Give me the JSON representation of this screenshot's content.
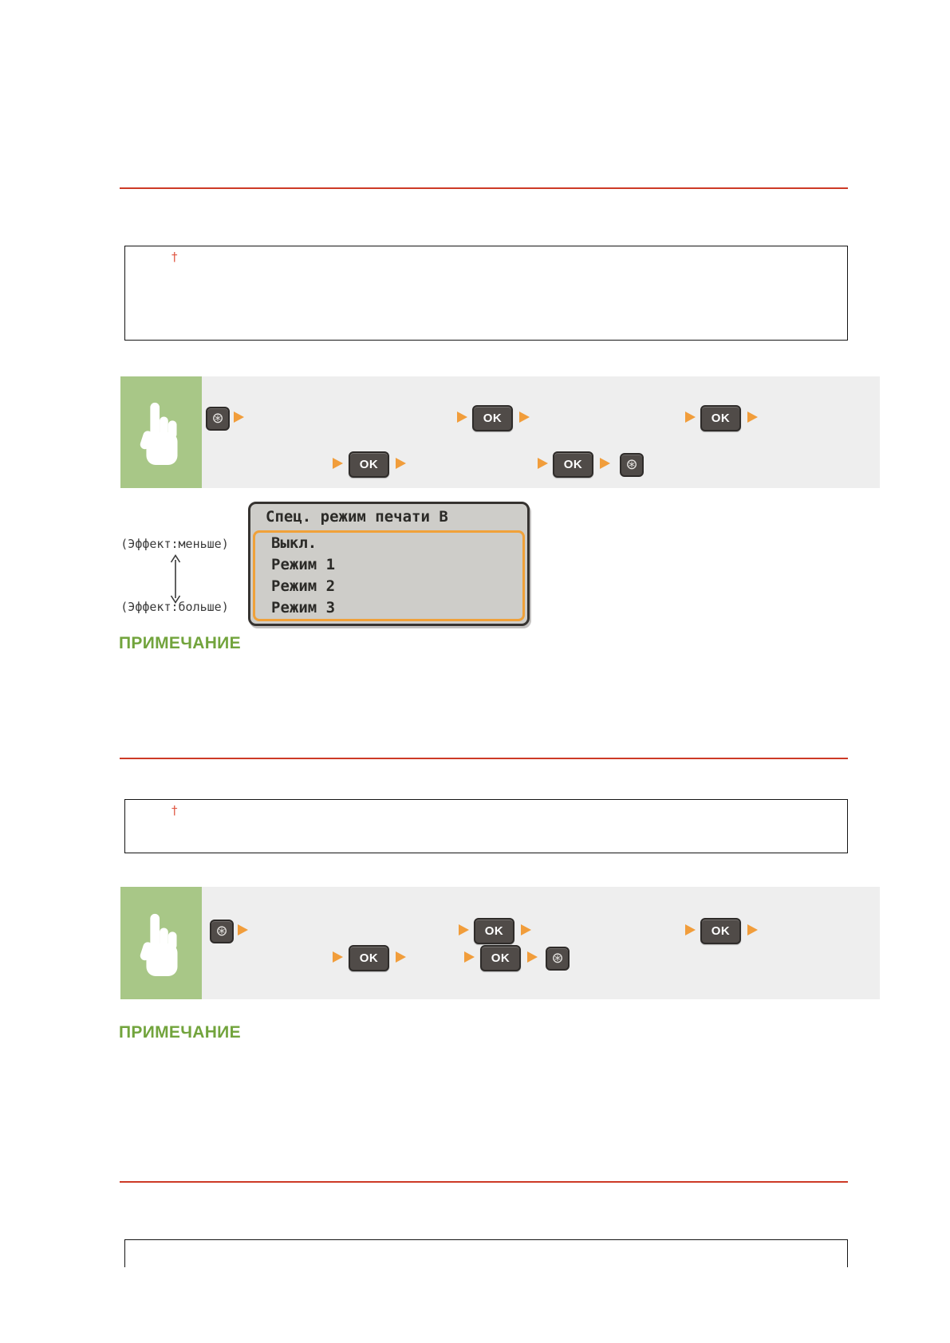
{
  "labels": {
    "note": "ПРИМЕЧАНИЕ",
    "dagger": "†",
    "ok": "OK",
    "menu_key_glyph": "⊛"
  },
  "screen": {
    "title": "Спец. режим печати B",
    "options": [
      "Выкл.",
      "Режим 1",
      "Режим 2",
      "Режим 3"
    ],
    "effect_less_label": "(Эффект:меньше)",
    "effect_more_label": "(Эффект:больше)"
  },
  "colors": {
    "section_rule_red": "#cd3a26",
    "dagger_red": "#e05844",
    "note_green": "#72a43d",
    "step_hand_panel_green": "#a8c787",
    "step_strip_gray": "#eeeeee",
    "arrow_orange": "#f19d3b",
    "key_dark": "#504b48",
    "lcd_background": "#cecdc9",
    "lcd_selection_frame_orange": "#f0a139"
  }
}
